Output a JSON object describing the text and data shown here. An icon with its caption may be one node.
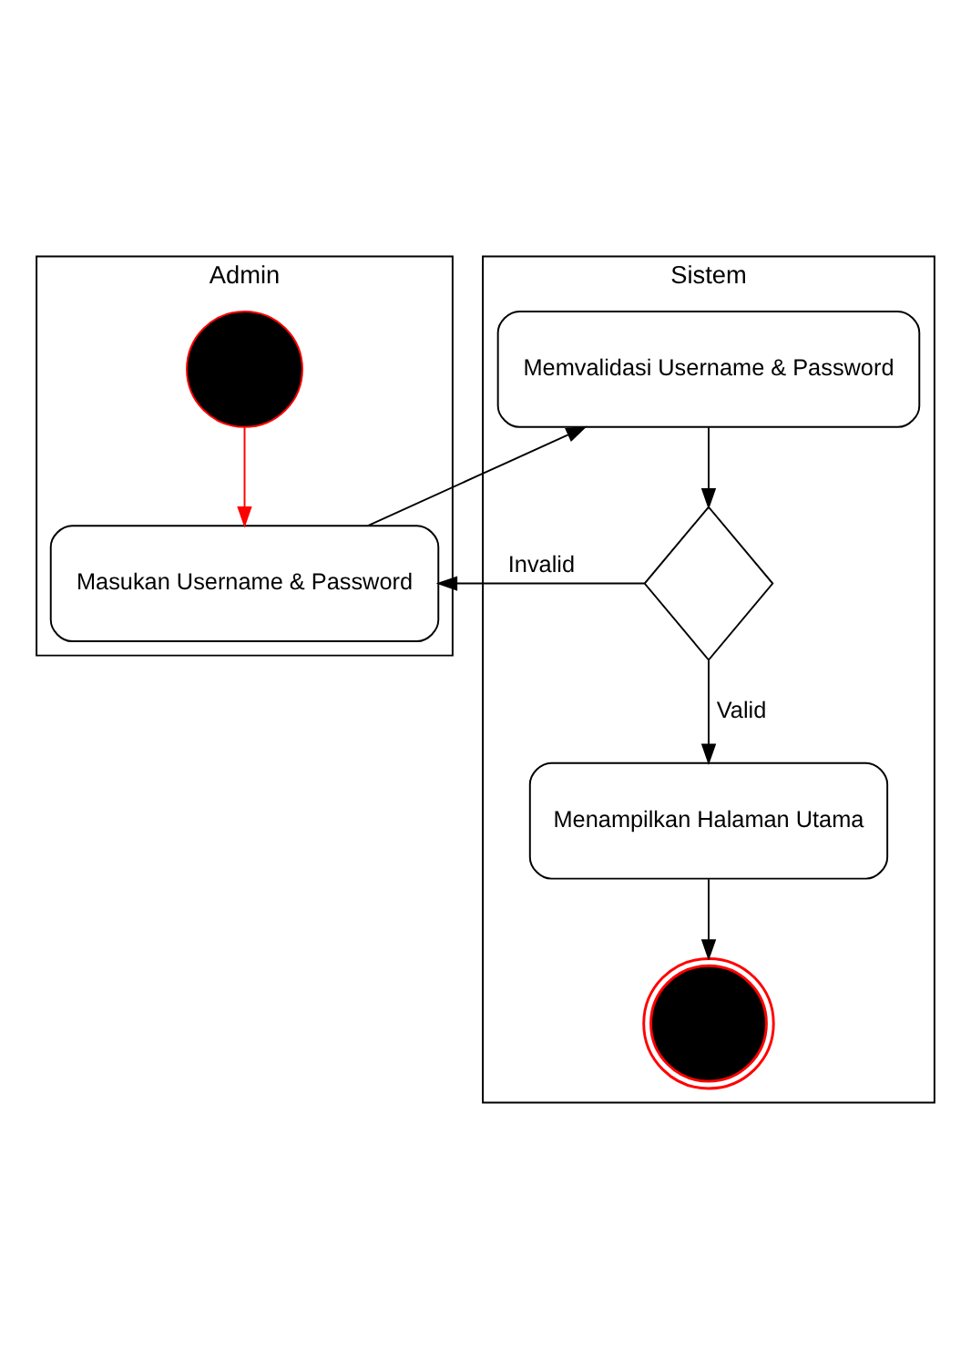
{
  "diagram": {
    "nodes": [
      {
        "text": [
          "Admin"
        ]
      },
      {
        "text": [
          "Sistem"
        ]
      },
      {
        "text": [],
        "shape": "circle",
        "in": 0
      },
      {
        "text": [
          "Masukan Username & Password"
        ],
        "in": 0
      },
      {
        "text": [
          "Memvalidasi Username & Password"
        ],
        "in": 1
      },
      {
        "text": [],
        "shape": "diamond",
        "in": 1
      },
      {
        "text": [
          "Menampilkan Halaman Utama"
        ],
        "in": 1
      },
      {
        "text": [],
        "shape": "circle",
        "in": 1
      }
    ],
    "edges": [
      {
        "from": 2,
        "to": 3,
        "arrow": "to",
        "color": "#ff0000"
      },
      {
        "from": 3,
        "to": 4,
        "arrow": "to"
      },
      {
        "from": 4,
        "to": 5,
        "arrow": "to"
      },
      {
        "from": 5,
        "to": 3,
        "arrow": "to",
        "label": "Invalid"
      },
      {
        "from": 5,
        "to": 6,
        "arrow": "to",
        "label": "Valid"
      },
      {
        "from": 6,
        "to": 7,
        "arrow": "to"
      }
    ]
  }
}
